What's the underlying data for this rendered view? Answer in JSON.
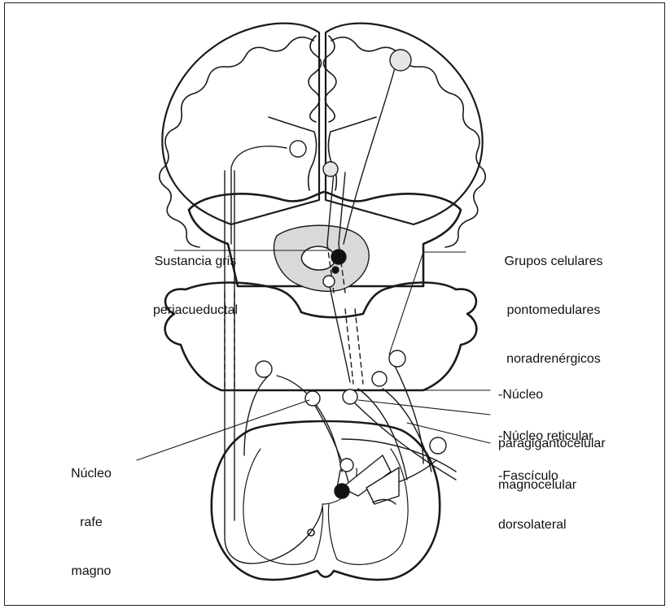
{
  "labels": {
    "pag": [
      "Sustancia gris",
      "periacueductal"
    ],
    "noradrenergic": [
      "Grupos celulares",
      "pontomedulares",
      "noradrenérgicos"
    ],
    "raphe": [
      "Núcleo",
      "rafe",
      "magno"
    ],
    "paragiganto": [
      "-Núcleo",
      "paragigantocelular"
    ],
    "reticular": [
      "-Núcleo reticular",
      "magnocelular"
    ],
    "fasciculus": [
      "-Fascículo",
      "dorsolateral"
    ]
  },
  "colors": {
    "line": "#1a1a1a",
    "pag_fill": "#d9d9d9",
    "cell_fill": "#e6e6e6",
    "dark_cell": "#111111"
  }
}
